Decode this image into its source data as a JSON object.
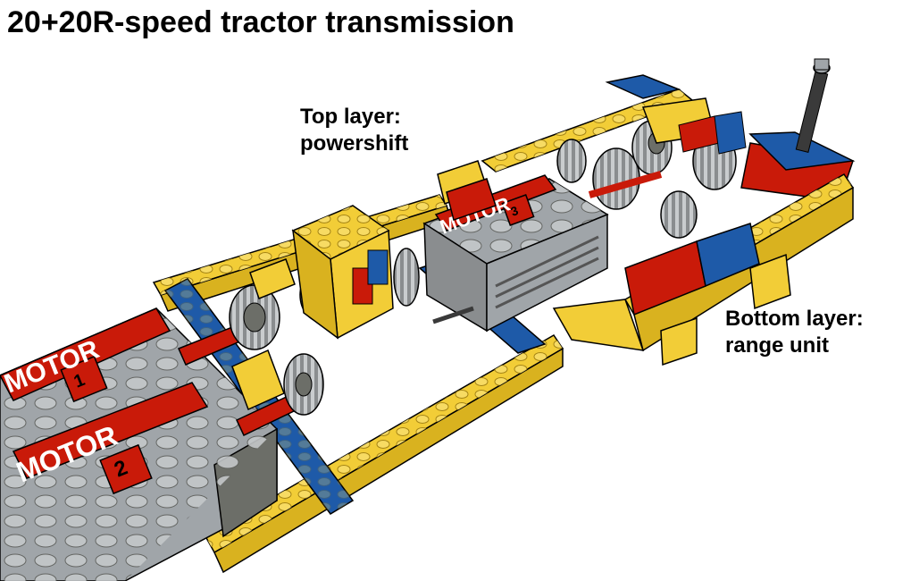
{
  "title": "20+20R-speed tractor transmission",
  "labels": {
    "top_line1": "Top layer:",
    "top_line2": "powershift",
    "bottom_line1": "Bottom layer:",
    "bottom_line2": "range unit"
  },
  "motors": [
    {
      "text": "MOTOR",
      "number": "1"
    },
    {
      "text": "MOTOR",
      "number": "2"
    },
    {
      "text": "MOTOR",
      "number": "3"
    }
  ],
  "colors": {
    "yellow": "#f2cd37",
    "blue": "#1e5aa8",
    "red": "#c91a09",
    "light_gray": "#a0a5a9",
    "dark_gray": "#6c6e68"
  }
}
